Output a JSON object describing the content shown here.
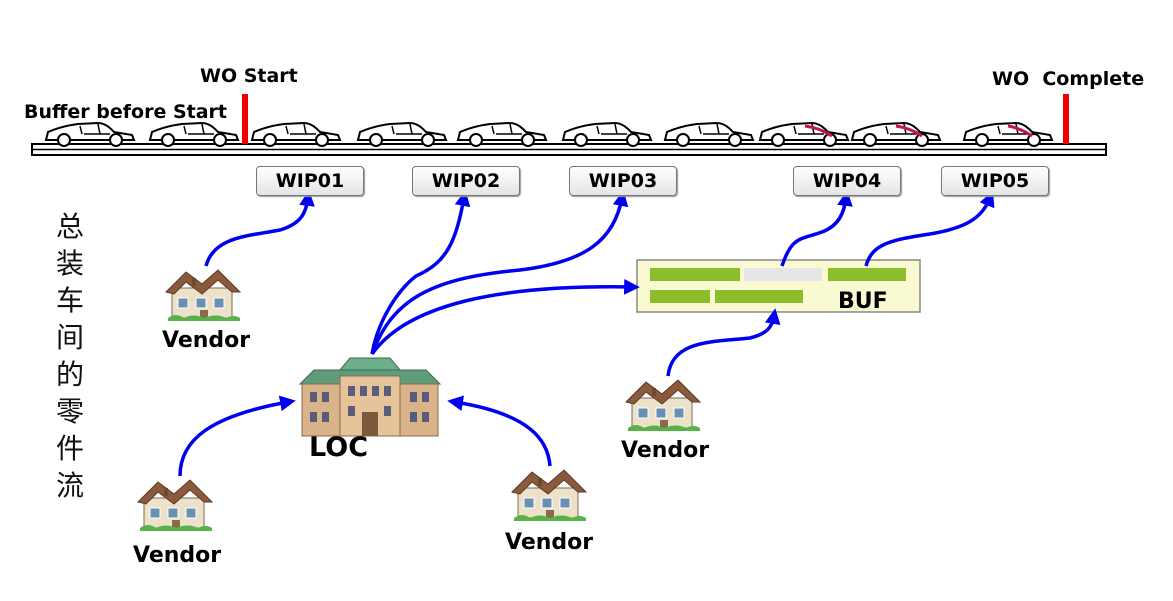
{
  "labels": {
    "buffer_before_start": "Buffer before Start",
    "wo_start": "WO Start",
    "wo_complete": "WO  Complete",
    "buf": "BUF",
    "loc": "LOC",
    "side_title": "总装车间的零件流"
  },
  "wip_stations": [
    "WIP01",
    "WIP02",
    "WIP03",
    "WIP04",
    "WIP05"
  ],
  "vendors": [
    "Vendor",
    "Vendor",
    "Vendor",
    "Vendor"
  ],
  "colors": {
    "arrow": "#0000ee",
    "marker": "#ee0000",
    "buf_fill": "#fafad2",
    "buf_bar_green": "#8cbd2a",
    "buf_bar_gray": "#e6e6e6"
  }
}
